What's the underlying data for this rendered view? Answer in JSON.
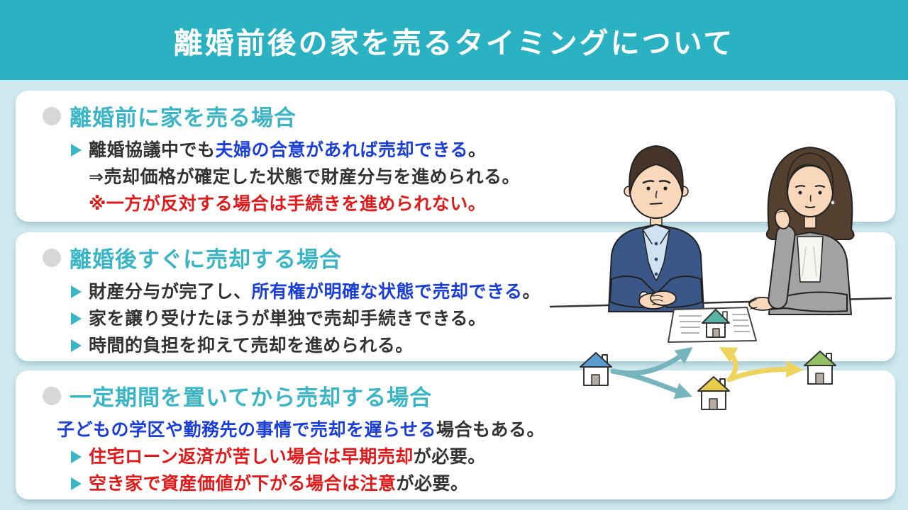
{
  "header": {
    "title": "離婚前後の家を売るタイミングについて"
  },
  "colors": {
    "header_teal": "#2bb2c2",
    "bg_blue": "#cfe8ed",
    "accent_teal": "#3ab5c6",
    "bullet_gray": "#d7d7d7",
    "text_dark": "#333333",
    "text_blue": "#1b3ed8",
    "text_red": "#e01a1a",
    "suit_navy": "#3a5787",
    "shirt_blue": "#cfe2f2",
    "cardigan_gray": "#a3a3a3",
    "hair_dark": "#46342b",
    "hair_brown": "#54402f",
    "skin": "#f9d7ba",
    "roof_blue": "#5b9ace",
    "roof_yellow": "#e9cb4a",
    "roof_green": "#94c064",
    "roof_teal": "#57b4a5",
    "arrow_teal": "#76b5bd",
    "arrow_yellow": "#eed35f"
  },
  "sections": [
    {
      "heading": "離婚前に家を売る場合",
      "lines": [
        {
          "segments": [
            {
              "text": "離婚協議中でも",
              "color": "black"
            },
            {
              "text": "夫婦の合意があれば売却できる",
              "color": "blue"
            },
            {
              "text": "。",
              "color": "black"
            }
          ]
        },
        {
          "segments": [
            {
              "text": "⇒売却価格が確定した状態で財産分与を進められる。",
              "color": "black"
            }
          ]
        },
        {
          "segments": [
            {
              "text": "※一方が反対する場合は手続きを進められない。",
              "color": "red"
            }
          ]
        }
      ]
    },
    {
      "heading": "離婚後すぐに売却する場合",
      "lines": [
        {
          "segments": [
            {
              "text": "財産分与が完了し、",
              "color": "black"
            },
            {
              "text": "所有権が明確な状態で売却できる",
              "color": "blue"
            },
            {
              "text": "。",
              "color": "black"
            }
          ]
        },
        {
          "segments": [
            {
              "text": "家を譲り受けたほうが単独で売却手続きできる。",
              "color": "black"
            }
          ]
        },
        {
          "segments": [
            {
              "text": "時間的負担を抑えて売却を進められる。",
              "color": "black"
            }
          ]
        }
      ]
    },
    {
      "heading": "一定期間を置いてから売却する場合",
      "intro": {
        "segments": [
          {
            "text": "子どもの学区や勤務先の事情で売却を遅らせる",
            "color": "blue"
          },
          {
            "text": "場合もある。",
            "color": "black"
          }
        ]
      },
      "lines": [
        {
          "segments": [
            {
              "text": "住宅ローン返済が苦しい場合は早期売却",
              "color": "red"
            },
            {
              "text": "が必要。",
              "color": "black"
            }
          ]
        },
        {
          "segments": [
            {
              "text": "空き家で資産価値が下がる場合は注意",
              "color": "red"
            },
            {
              "text": "が必要。",
              "color": "black"
            }
          ]
        }
      ]
    }
  ],
  "illustration": {
    "man_icon": "man-in-suit-illustration",
    "woman_icon": "woman-in-cardigan-illustration",
    "document_icon": "contract-document-icon",
    "house_icons": [
      "blue-roof-house-icon",
      "yellow-roof-house-icon",
      "green-roof-house-icon",
      "teal-roof-house-icon-on-document"
    ],
    "arrow_icons": [
      "teal-arrow-blue-house-to-document",
      "teal-arrow-blue-house-to-yellow-house",
      "yellow-arrow-yellow-house-to-document",
      "yellow-arrow-yellow-house-to-green-house"
    ]
  }
}
